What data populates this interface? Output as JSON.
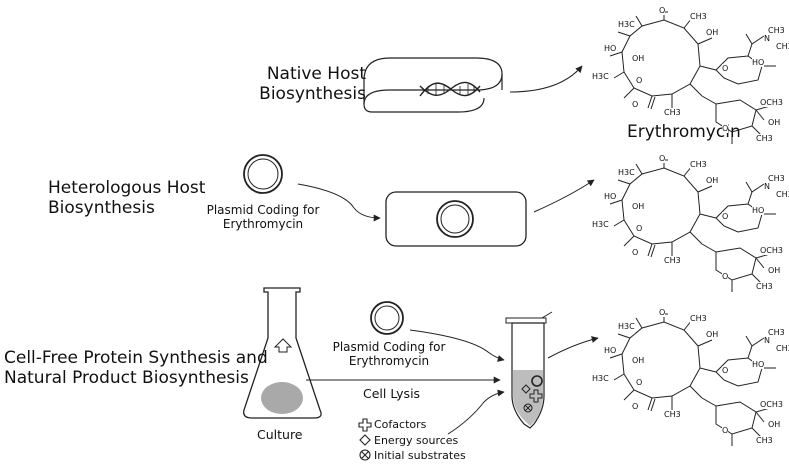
{
  "diagram": {
    "rows": {
      "native": {
        "title": "Native Host Biosynthesis"
      },
      "heterologous": {
        "title_line1": "Heterologous Host",
        "title_line2": "Biosynthesis",
        "plasmid_line1": "Plasmid Coding for",
        "plasmid_line2": "Erythromycin"
      },
      "cellfree": {
        "title_line1": "Cell-Free Protein Synthesis and",
        "title_line2": "Natural Product Biosynthesis",
        "plasmid_line1": "Plasmid Coding for",
        "plasmid_line2": "Erythromycin",
        "lysis": "Cell Lysis",
        "culture": "Culture"
      }
    },
    "product": {
      "name": "Erythromycin"
    },
    "legend": [
      {
        "icon": "cross-shape-icon",
        "label": "Cofactors"
      },
      {
        "icon": "diamond-shape-icon",
        "label": "Energy sources"
      },
      {
        "icon": "circle-x-icon",
        "label": "Initial substrates"
      }
    ],
    "molecule_atoms": {
      "ch3": "CH3",
      "h3c": "H3C",
      "o": "O",
      "oh": "OH",
      "ho": "HO",
      "och3": "OCH3",
      "n": "N"
    },
    "colors": {
      "line": "#222222",
      "fill_gray": "#a9a9a9",
      "lysate_gray": "#bdbdbd"
    }
  }
}
